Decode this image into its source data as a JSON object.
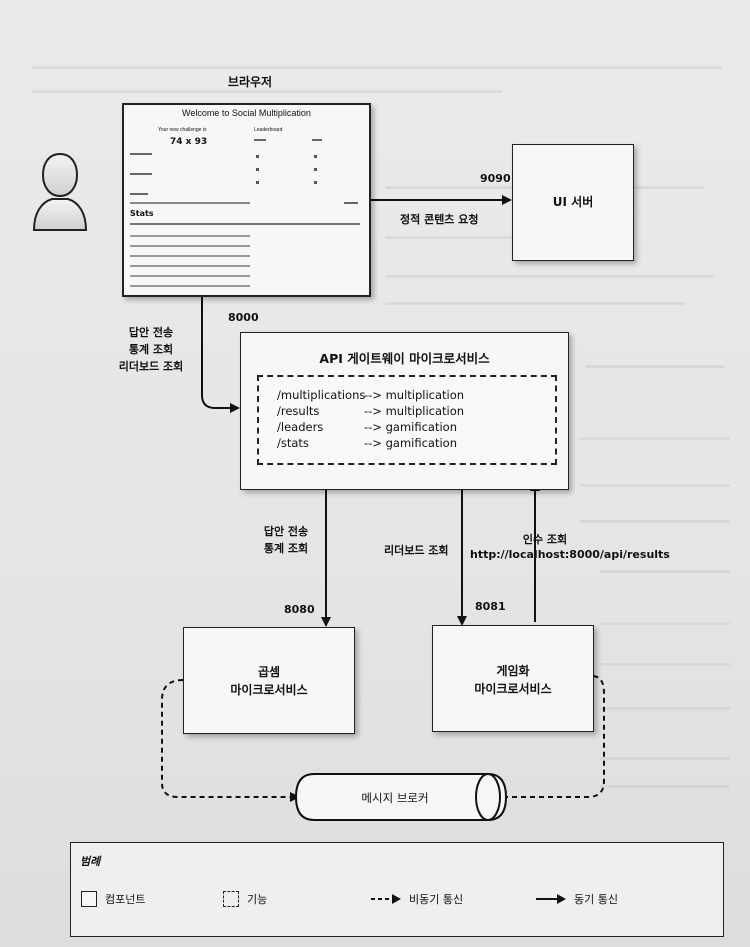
{
  "browser": {
    "label": "브라우저",
    "window_title": "Welcome to Social Multiplication",
    "challenge_label": "Your new challenge is",
    "challenge": "74 x 93",
    "leaderboard_label": "Leaderboard",
    "stats_label": "Stats"
  },
  "user_icon": "person-silhouette-icon",
  "ui_server": {
    "label": "UI 서버",
    "port": "9090",
    "edge_label": "정적 콘텐츠 요청"
  },
  "gateway": {
    "title": "API 게이트웨이 마이크로서비스",
    "port": "8000",
    "incoming_labels": [
      "답안 전송",
      "통계 조회",
      "리더보드 조회"
    ],
    "routes": [
      {
        "path": "/multiplications",
        "target": "--> multiplication"
      },
      {
        "path": "/results",
        "target": "--> multiplication"
      },
      {
        "path": "/leaders",
        "target": "--> gamification"
      },
      {
        "path": "/stats",
        "target": "--> gamification"
      }
    ]
  },
  "multiplication": {
    "line1": "곱셈",
    "line2": "마이크로서비스",
    "port": "8080",
    "edge_labels": [
      "답안 전송",
      "통계 조회"
    ]
  },
  "gamification": {
    "line1": "게임화",
    "line2": "마이크로서비스",
    "port": "8081",
    "edge_label": "리더보드 조회",
    "callback_label": "인수 조회",
    "callback_url": "http://localhost:8000/api/results"
  },
  "broker": {
    "label": "메시지 브로커"
  },
  "legend": {
    "title": "범례",
    "component": "컴포넌트",
    "feature": "기능",
    "async": "비동기 통신",
    "sync": "동기 통신"
  }
}
